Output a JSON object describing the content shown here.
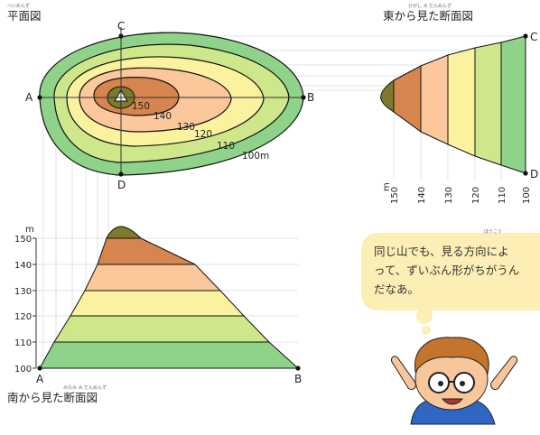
{
  "plan_view": {
    "title": "平面図",
    "title_ruby": "へいめんず",
    "points": {
      "a": "A",
      "b": "B",
      "c": "C",
      "d": "D"
    },
    "contour_labels": [
      "100m",
      "110",
      "120",
      "130",
      "140",
      "150"
    ],
    "colors": [
      "#8fd38a",
      "#cde78a",
      "#fbf2a0",
      "#fbc79b",
      "#d6854e",
      "#7d7a2e"
    ]
  },
  "east_section": {
    "title": "東から見た断面図",
    "title_ruby": "ひがし み だんめんず",
    "ends": {
      "top": "C",
      "bottom": "D"
    },
    "unit": "m",
    "elevations": [
      "150",
      "140",
      "130",
      "120",
      "110",
      "100"
    ]
  },
  "south_section": {
    "title": "南から見た断面図",
    "title_ruby": "みなみ み だんめんず",
    "unit": "m",
    "elevations": [
      "150",
      "140",
      "130",
      "120",
      "110",
      "100"
    ],
    "ends": {
      "left": "A",
      "right": "B"
    }
  },
  "speech_bubble": {
    "lines": [
      "同じ山でも、見る方向によ",
      "って、ずいぶん形がちがうん",
      "だなあ。"
    ],
    "ruby": "ほうこう"
  }
}
